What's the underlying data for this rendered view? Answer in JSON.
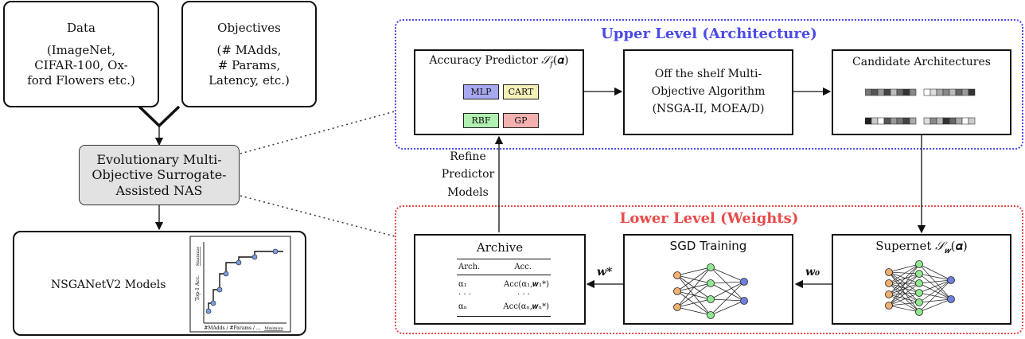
{
  "data_box": {
    "title": "Data",
    "lines": [
      "(ImageNet,",
      "CIFAR-100, Ox-",
      "ford Flowers etc.)"
    ]
  },
  "objectives_box": {
    "title": "Objectives",
    "lines": [
      "(# MAdds,",
      "# Params,",
      "Latency, etc.)"
    ]
  },
  "nas_box": {
    "lines": [
      "Evolutionary Multi-",
      "Objective Surrogate-",
      "Assisted NAS"
    ]
  },
  "models_box": {
    "label": "NSGANetV2 Models",
    "plot_ylabel": "Top-1 Acc.",
    "plot_ylabel_note": "Maximize",
    "plot_xlabel": "#MAdds / #Params / ...",
    "plot_xlabel_note": "Minimize"
  },
  "upper_level": {
    "title": "Upper Level (Architecture)"
  },
  "lower_level": {
    "title": "Lower Level (Weights)"
  },
  "predictor_box": {
    "title": "Accuracy Predictor",
    "symbol": "𝒮",
    "sub": "f",
    "arg": "(𝜶)",
    "chips": {
      "mlp": "MLP",
      "cart": "CART",
      "rbf": "RBF",
      "gp": "GP"
    }
  },
  "algo_box": {
    "lines": [
      "Off the shelf Multi-",
      "Objective Algorithm",
      "(NSGA-II, MOEA/D)"
    ]
  },
  "candidates_box": {
    "title": "Candidate Architectures"
  },
  "refine_label": {
    "lines": [
      "Refine",
      "Predictor",
      "Models"
    ]
  },
  "archive_box": {
    "title": "Archive",
    "headers": [
      "Arch.",
      "Acc."
    ],
    "rows": [
      [
        "α₁",
        "Acc(α₁,𝒘₁*)"
      ],
      [
        "· · ·",
        "· · ·"
      ],
      [
        "αₙ",
        "Acc(αₙ,𝒘ₙ*)"
      ]
    ]
  },
  "sgd_box": {
    "title": "SGD Training"
  },
  "supernet_box": {
    "title": "Supernet",
    "symbol": "𝒮",
    "sub": "𝒘",
    "arg": "(𝜶)"
  },
  "edge_labels": {
    "w_star": "𝒘*",
    "w_zero": "𝒘₀"
  },
  "colors": {
    "blue": "#4a4ae8",
    "red": "#e84a4a",
    "mlp": "#a8a8f0",
    "cart": "#f5f0b8",
    "rbf": "#b0f0b0",
    "gp": "#f5b0b0",
    "node_orange": "#f0b070",
    "node_green": "#90e890",
    "node_blue": "#7080e0"
  }
}
